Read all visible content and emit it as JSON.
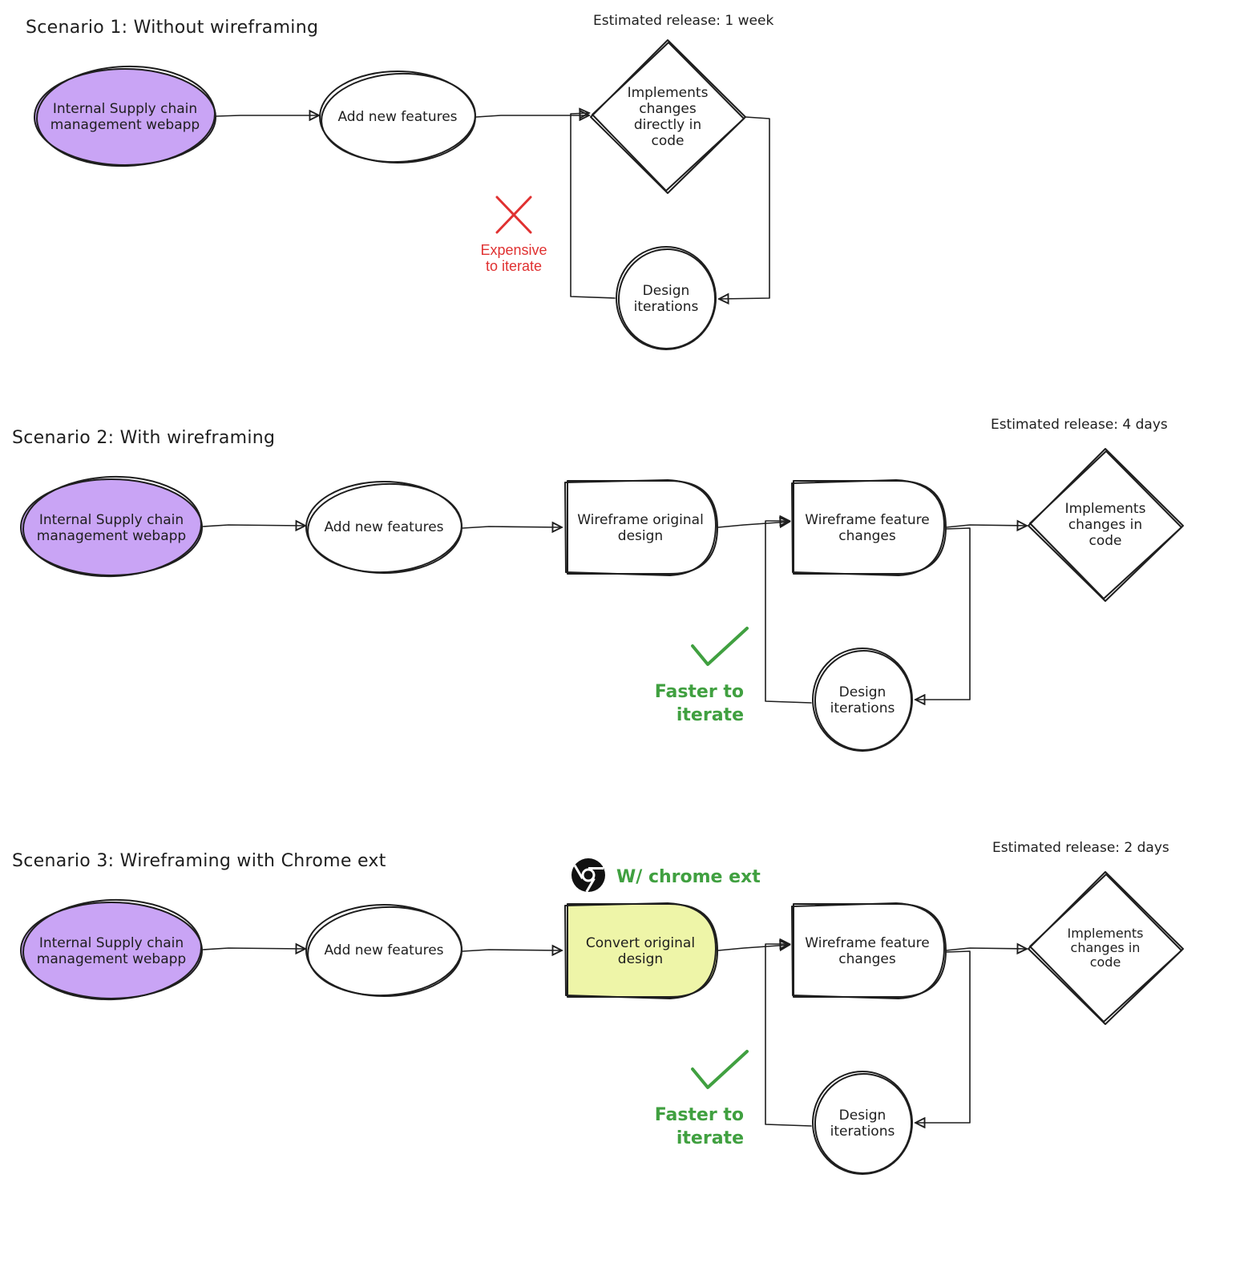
{
  "scenario1": {
    "title": "Scenario 1: Without wireframing",
    "release": "Estimated release: 1 week",
    "node_webapp": [
      "Internal Supply chain",
      "management webapp"
    ],
    "node_features": "Add new features",
    "node_implements": [
      "Implements",
      "changes",
      "directly in",
      "code"
    ],
    "node_design": [
      "Design",
      "iterations"
    ],
    "note": [
      "Expensive",
      "to iterate"
    ]
  },
  "scenario2": {
    "title": "Scenario 2: With wireframing",
    "release": "Estimated release: 4 days",
    "node_webapp": [
      "Internal Supply chain",
      "management webapp"
    ],
    "node_features": "Add new features",
    "node_wireframe_original": [
      "Wireframe original",
      "design"
    ],
    "node_wireframe_changes": [
      "Wireframe feature",
      "changes"
    ],
    "node_implements": [
      "Implements",
      "changes in",
      "code"
    ],
    "node_design": [
      "Design",
      "iterations"
    ],
    "note": [
      "Faster to",
      "iterate"
    ]
  },
  "scenario3": {
    "title": "Scenario 3: Wireframing with Chrome ext",
    "release": "Estimated release: 2 days",
    "chrome_label": "W/ chrome ext",
    "node_webapp": [
      "Internal Supply chain",
      "management webapp"
    ],
    "node_features": "Add new features",
    "node_convert": [
      "Convert original",
      "design"
    ],
    "node_wireframe_changes": [
      "Wireframe feature",
      "changes"
    ],
    "node_implements": [
      "Implements",
      "changes in",
      "code"
    ],
    "node_design": [
      "Design",
      "iterations"
    ],
    "note": [
      "Faster to",
      "iterate"
    ]
  },
  "colors": {
    "purple_fill": "#c9a4f5",
    "yellow_fill": "#eef5a8",
    "red": "#e03131",
    "green": "#40a040"
  },
  "icons": {
    "fail": "cross-icon",
    "ok": "check-icon",
    "chrome": "chrome-logo-icon"
  }
}
